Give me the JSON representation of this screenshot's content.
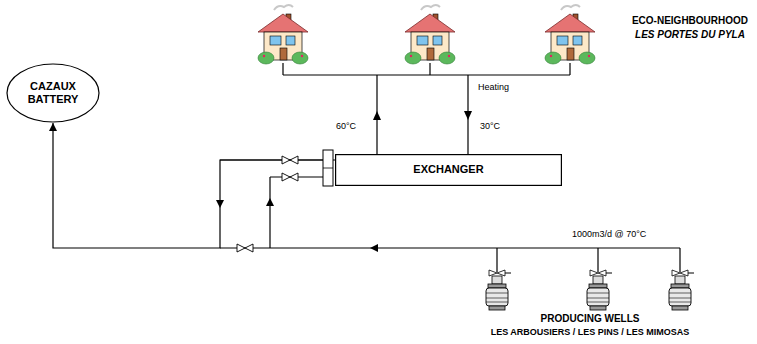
{
  "diagram": {
    "nodes": [
      {
        "text": [
          "CAZAUX BATTERY"
        ]
      },
      {
        "text": [
          "EXCHANGER"
        ]
      }
    ],
    "edges": [
      {
        "from": 1,
        "to": 0,
        "arrow": "to"
      }
    ],
    "labels": [
      "ECO-NEIGHBOURHOOD",
      "LES PORTES DU PYLA",
      "60°C",
      "Heating",
      "30°C",
      "1000m3/d @ 70°C",
      "PRODUCING WELLS",
      "LES ARBOUSIERS / LES PINS / LES MIMOSAS"
    ]
  }
}
